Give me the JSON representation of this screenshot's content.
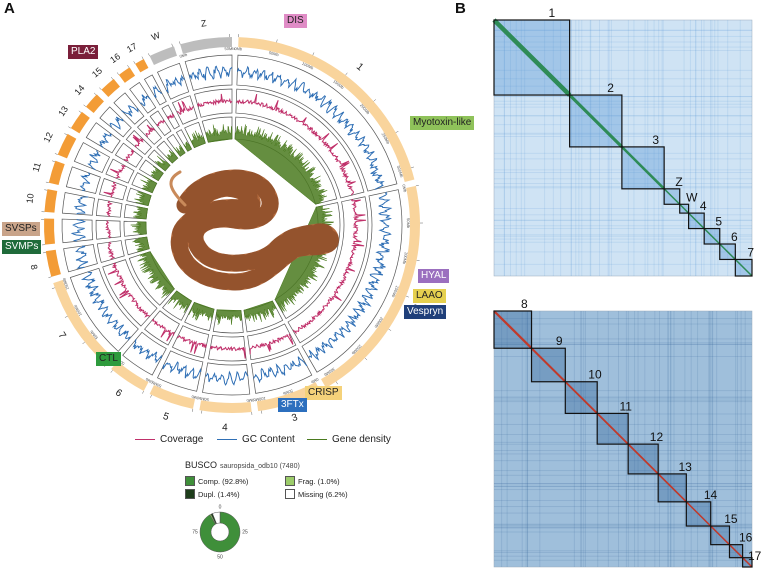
{
  "panels": {
    "a": "A",
    "b": "B"
  },
  "circos": {
    "chromosomes": [
      {
        "name": "1",
        "color": "#f9d49c",
        "start": 2,
        "end": 76
      },
      {
        "name": "2",
        "color": "#f9d49c",
        "start": 78,
        "end": 150
      },
      {
        "name": "3",
        "color": "#f9d49c",
        "start": 152,
        "end": 172
      },
      {
        "name": "4",
        "color": "#f9d49c",
        "start": 174,
        "end": 190
      },
      {
        "name": "5",
        "color": "#f9d49c",
        "start": 192,
        "end": 206
      },
      {
        "name": "6",
        "color": "#f9d49c",
        "start": 208,
        "end": 220
      },
      {
        "name": "7",
        "color": "#f9d49c",
        "start": 222,
        "end": 252
      },
      {
        "name": "8",
        "color": "#f39c36",
        "start": 254,
        "end": 262
      },
      {
        "name": "9",
        "color": "#f39c36",
        "start": 264,
        "end": 272
      },
      {
        "name": "10",
        "color": "#f39c36",
        "start": 274,
        "end": 281
      },
      {
        "name": "11",
        "color": "#f39c36",
        "start": 283,
        "end": 290
      },
      {
        "name": "12",
        "color": "#f39c36",
        "start": 292,
        "end": 299
      },
      {
        "name": "13",
        "color": "#f39c36",
        "start": 301,
        "end": 307
      },
      {
        "name": "14",
        "color": "#f39c36",
        "start": 309,
        "end": 314
      },
      {
        "name": "15",
        "color": "#f39c36",
        "start": 316,
        "end": 321
      },
      {
        "name": "16",
        "color": "#f39c36",
        "start": 323,
        "end": 327
      },
      {
        "name": "17",
        "color": "#f39c36",
        "start": 329,
        "end": 332
      },
      {
        "name": "W",
        "color": "#bdbdbd",
        "start": 334,
        "end": 342
      },
      {
        "name": "Z",
        "color": "#bdbdbd",
        "start": 344,
        "end": 360
      }
    ],
    "ticks": [
      "0Mb",
      "50Mb",
      "100Mb",
      "150Mb",
      "200Mb",
      "250Mb",
      "300Mb"
    ],
    "tracks": {
      "coverage": {
        "name": "Coverage",
        "color": "#c0306a"
      },
      "gc": {
        "name": "GC Content",
        "color": "#2f6fb5"
      },
      "gene": {
        "name": "Gene density",
        "color": "#4a7a1e"
      }
    },
    "venom_tags": [
      {
        "label": "PLA2",
        "bg": "#7a1f3a",
        "fg": "#ffffff"
      },
      {
        "label": "DIS",
        "bg": "#e08cc6",
        "fg": "#222222"
      },
      {
        "label": "Myotoxin-like",
        "bg": "#8fc25a",
        "fg": "#222222"
      },
      {
        "label": "HYAL",
        "bg": "#9b6fbf",
        "fg": "#ffffff"
      },
      {
        "label": "LAAO",
        "bg": "#e5d04f",
        "fg": "#222222"
      },
      {
        "label": "Vespryn",
        "bg": "#1f3f7a",
        "fg": "#ffffff"
      },
      {
        "label": "CRISP",
        "bg": "#f5d27a",
        "fg": "#222222"
      },
      {
        "label": "3FTx",
        "bg": "#2c6fbe",
        "fg": "#ffffff"
      },
      {
        "label": "CTL",
        "bg": "#2e9b3d",
        "fg": "#222222"
      },
      {
        "label": "SVSPs",
        "bg": "#c9a48a",
        "fg": "#222222"
      },
      {
        "label": "SVMPs",
        "bg": "#1f6b3a",
        "fg": "#ffffff"
      }
    ]
  },
  "busco": {
    "title": "BUSCO",
    "dataset": "sauropsida_odb10 (7480)",
    "entries": [
      {
        "label": "Comp. (92.8%)",
        "color": "#3f8f3a",
        "value": 92.8
      },
      {
        "label": "Frag. (1.0%)",
        "color": "#9ccc6a",
        "value": 1.0
      },
      {
        "label": "Dupl. (1.4%)",
        "color": "#1e3d1b",
        "value": 1.4
      },
      {
        "label": "Missing (6.2%)",
        "color": "#ffffff",
        "value": 6.2
      }
    ],
    "donut_ticks": [
      "0",
      "25",
      "50",
      "75"
    ]
  },
  "hic": {
    "top": {
      "labels": [
        "1",
        "2",
        "3",
        "Z",
        "W",
        "4",
        "5",
        "6",
        "7"
      ]
    },
    "bottom": {
      "labels": [
        "8",
        "9",
        "10",
        "11",
        "12",
        "13",
        "14",
        "15",
        "16",
        "17"
      ]
    }
  }
}
